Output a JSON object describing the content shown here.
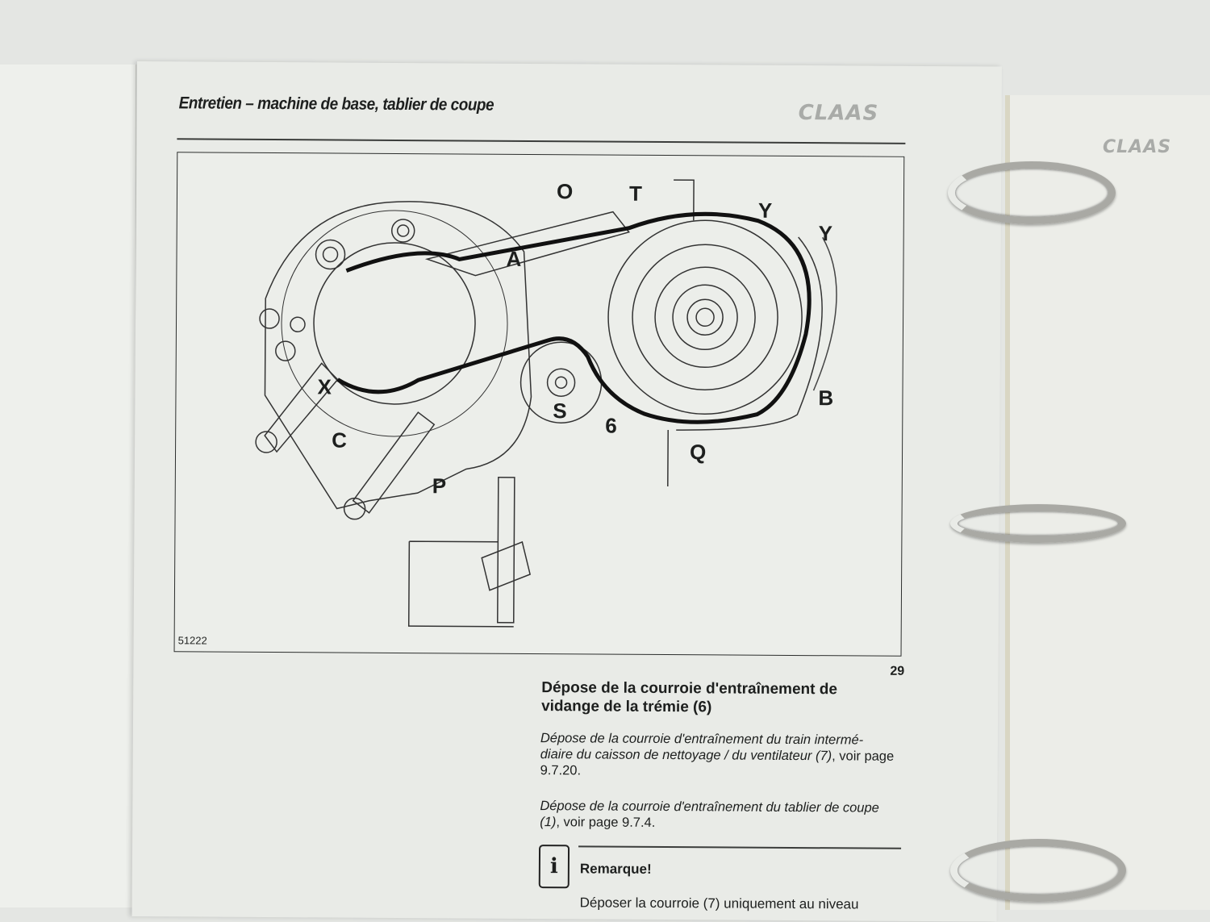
{
  "header": {
    "title": "Entretien – machine de base, tablier de coupe",
    "logo": "CLAAS"
  },
  "right_page": {
    "logo": "CLAAS"
  },
  "figure": {
    "number": "51222",
    "labels": {
      "O": "O",
      "T": "T",
      "Y1": "Y",
      "Y2": "Y",
      "A": "A",
      "X": "X",
      "C": "C",
      "S": "S",
      "six": "6",
      "B": "B",
      "Q": "Q",
      "P": "P"
    }
  },
  "page_number": "29",
  "section": {
    "heading": "Dépose de la courroie d'entraînement de vidange de la trémie (6)",
    "para1_italic": "Dépose de la courroie d'entraînement du train intermé-diaire du caisson de nettoyage / du ventilateur (7)",
    "para1_rest": ", voir page 9.7.20.",
    "para2_italic": "Dépose de la courroie d'entraînement du tablier de coupe (1)",
    "para2_rest": ", voir page 9.7.4."
  },
  "note": {
    "icon": "info-icon",
    "icon_glyph": "i",
    "title": "Remarque!",
    "text": "Déposer la courroie (7) uniquement au niveau"
  }
}
